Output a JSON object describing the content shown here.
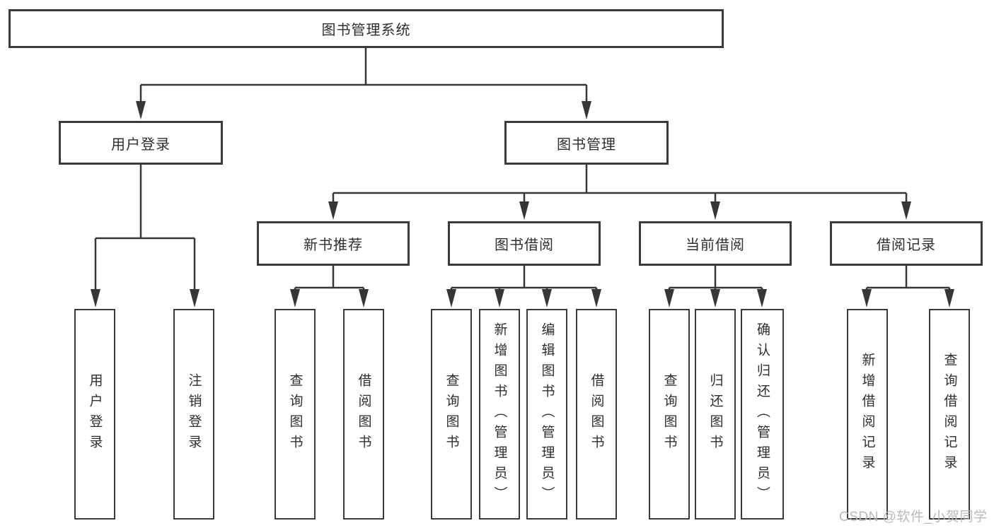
{
  "diagram": {
    "root": {
      "label": "图书管理系统"
    },
    "level1": {
      "user_login": {
        "label": "用户登录"
      },
      "book_mgmt": {
        "label": "图书管理"
      }
    },
    "level2": {
      "new_book": {
        "label": "新书推荐"
      },
      "borrow": {
        "label": "图书借阅"
      },
      "current": {
        "label": "当前借阅"
      },
      "record": {
        "label": "借阅记录"
      }
    },
    "leaves": {
      "login_user": {
        "label": "用户登录"
      },
      "login_logout": {
        "label": "注销登录"
      },
      "new_query": {
        "label": "查询图书"
      },
      "new_borrow": {
        "label": "借阅图书"
      },
      "bor_query": {
        "label": "查询图书"
      },
      "bor_add": {
        "label": "新增图书（管理员）"
      },
      "bor_edit": {
        "label": "编辑图书（管理员）"
      },
      "bor_borrow": {
        "label": "借阅图书"
      },
      "cur_query": {
        "label": "查询图书"
      },
      "cur_return": {
        "label": "归还图书"
      },
      "cur_confirm": {
        "label": "确认归还（管理员）"
      },
      "rcd_add": {
        "label": "新增借阅记录"
      },
      "rcd_query": {
        "label": "查询借阅记录"
      }
    },
    "watermark": "CSDN @软件_小贺同学",
    "colors": {
      "line": "#363636",
      "box_border": "#3a3a3a",
      "box_fill": "#ffffff",
      "text": "#2e2e2e",
      "watermark": "#b6b6b6"
    }
  }
}
